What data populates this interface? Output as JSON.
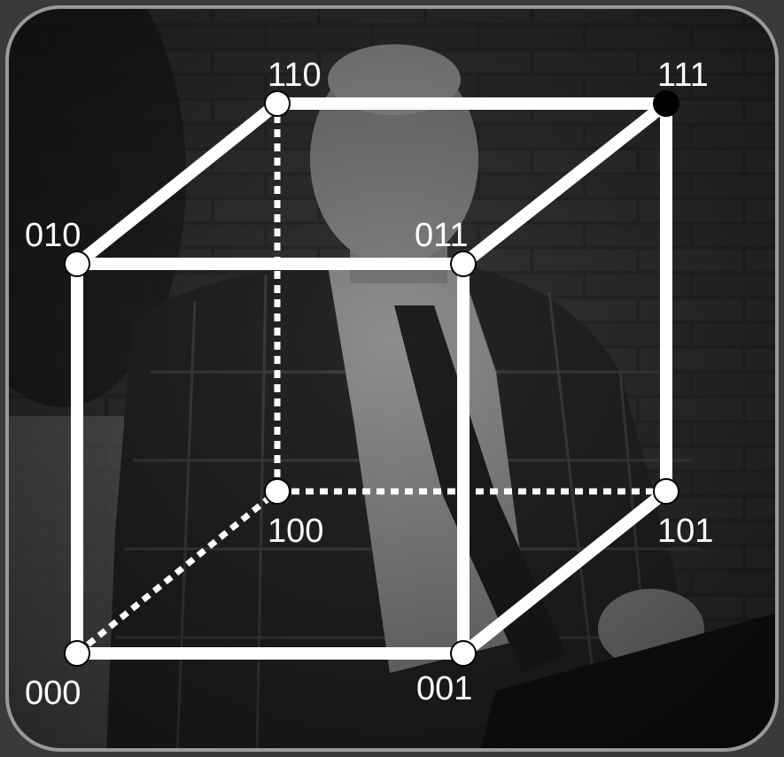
{
  "diagram": {
    "type": "binary-cube",
    "background": "grayscale photo of a man in a plaid jacket sitting in front of a brick wall",
    "colors": {
      "edge": "#ffffff",
      "node": "#ffffff",
      "highlight_node": "#000000",
      "label": "#ffffff",
      "frame": "#9a9a9a"
    },
    "vertices": [
      {
        "label": "000",
        "highlight": false
      },
      {
        "label": "001",
        "highlight": false
      },
      {
        "label": "010",
        "highlight": false
      },
      {
        "label": "011",
        "highlight": false
      },
      {
        "label": "100",
        "highlight": false
      },
      {
        "label": "101",
        "highlight": false
      },
      {
        "label": "110",
        "highlight": false
      },
      {
        "label": "111",
        "highlight": true
      }
    ],
    "edges": [
      {
        "from": "000",
        "to": "001",
        "style": "solid"
      },
      {
        "from": "000",
        "to": "010",
        "style": "solid"
      },
      {
        "from": "001",
        "to": "011",
        "style": "solid"
      },
      {
        "from": "010",
        "to": "011",
        "style": "solid"
      },
      {
        "from": "010",
        "to": "110",
        "style": "solid"
      },
      {
        "from": "011",
        "to": "111",
        "style": "solid"
      },
      {
        "from": "110",
        "to": "111",
        "style": "solid"
      },
      {
        "from": "111",
        "to": "101",
        "style": "solid"
      },
      {
        "from": "001",
        "to": "101",
        "style": "solid"
      },
      {
        "from": "000",
        "to": "100",
        "style": "dashed"
      },
      {
        "from": "100",
        "to": "110",
        "style": "dashed"
      },
      {
        "from": "100",
        "to": "101",
        "style": "dashed"
      }
    ]
  }
}
